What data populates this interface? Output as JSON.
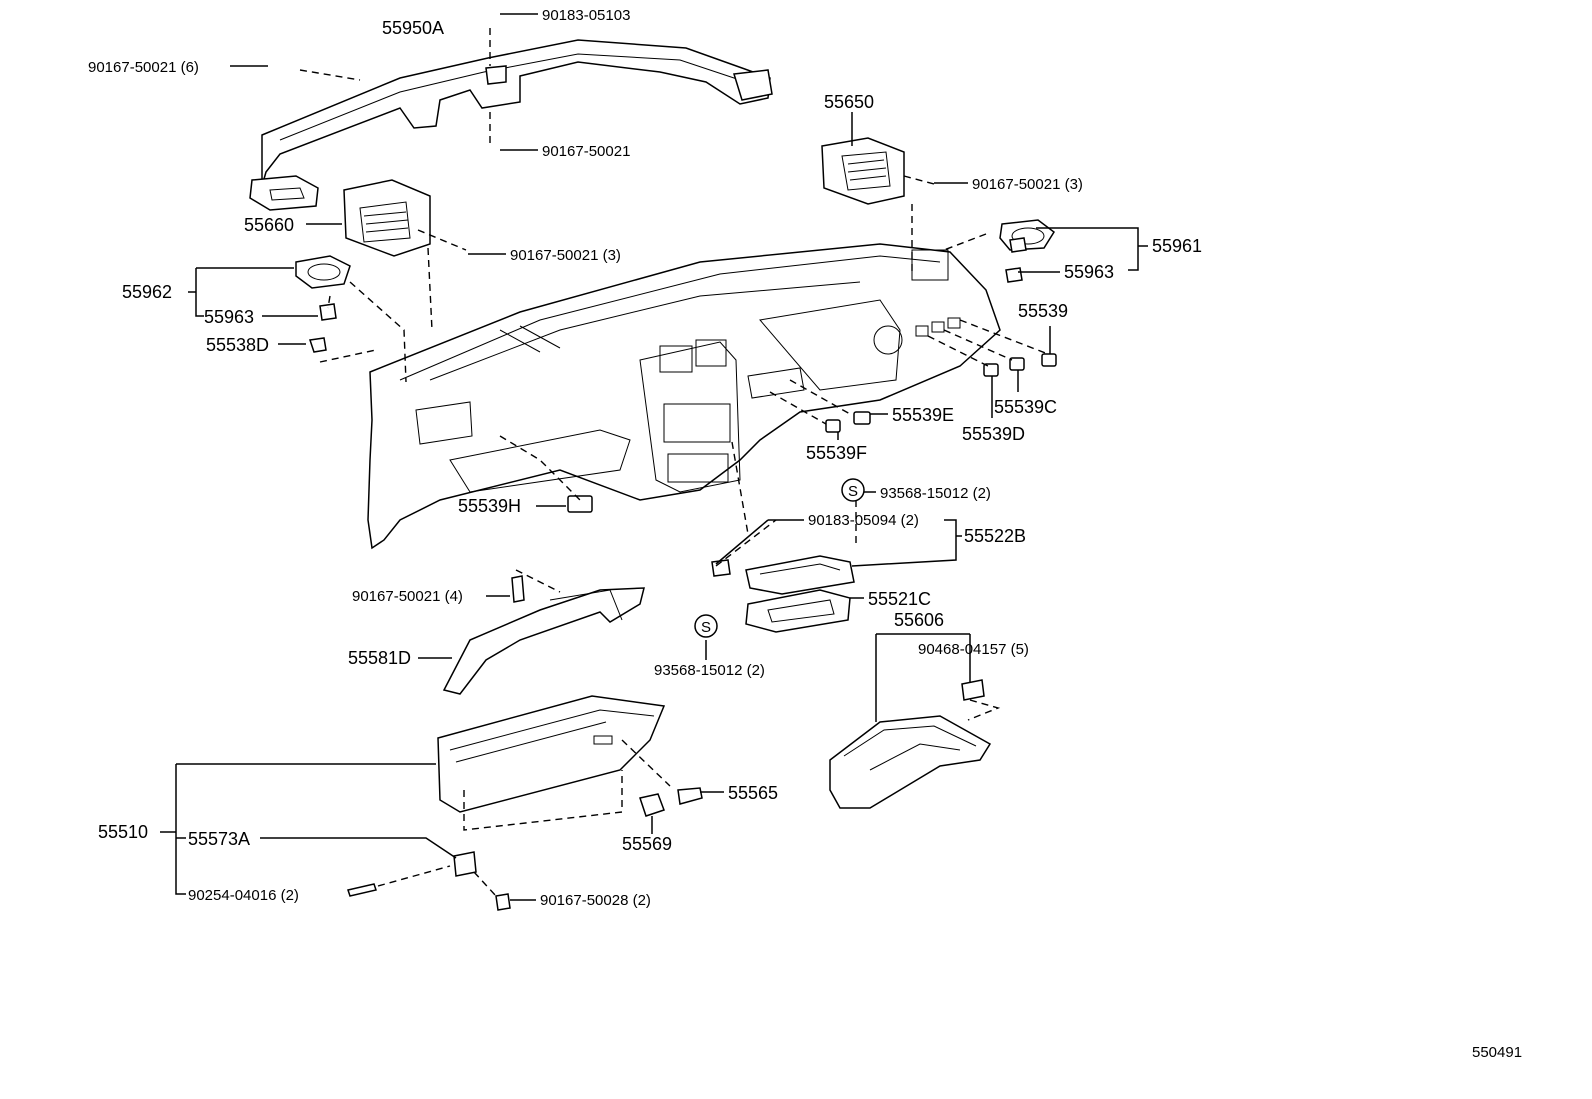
{
  "diagram_id": "550491",
  "labels": {
    "p_55950a": "55950A",
    "p_90183_05103": "90183-05103",
    "p_90167_50021_6": "90167-50021 (6)",
    "p_90167_50021_top": "90167-50021",
    "p_55650": "55650",
    "p_90167_50021_3_right": "90167-50021 (3)",
    "p_55660": "55660",
    "p_90167_50021_3_left": "90167-50021 (3)",
    "p_55961": "55961",
    "p_55963_right": "55963",
    "p_55962": "55962",
    "p_55963_left": "55963",
    "p_55539": "55539",
    "p_55538d": "55538D",
    "p_55539e": "55539E",
    "p_55539c": "55539C",
    "p_55539d": "55539D",
    "p_55539f": "55539F",
    "p_55539h": "55539H",
    "p_93568_15012_upper": "93568-15012 (2)",
    "p_90183_05094": "90183-05094 (2)",
    "p_55522b": "55522B",
    "p_90167_50021_4": "90167-50021 (4)",
    "p_55521c": "55521C",
    "p_55606": "55606",
    "p_90468_04157": "90468-04157 (5)",
    "p_55581d": "55581D",
    "p_93568_15012_lower": "93568-15012 (2)",
    "p_55565": "55565",
    "p_55510": "55510",
    "p_55573a": "55573A",
    "p_55569": "55569",
    "p_90254_04016": "90254-04016 (2)",
    "p_90167_50028": "90167-50028 (2)"
  },
  "symbols": {
    "s_mark": "S"
  }
}
